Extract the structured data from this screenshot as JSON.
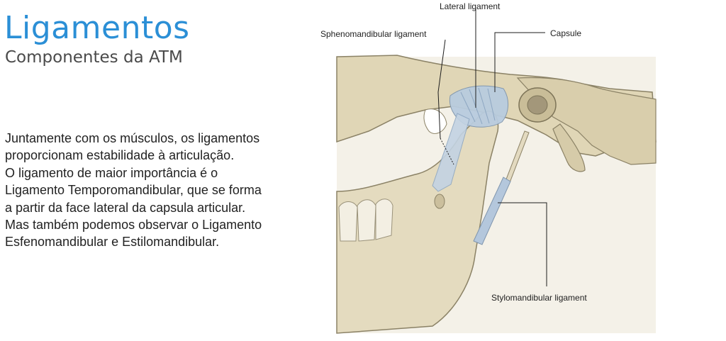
{
  "header": {
    "title": "Ligamentos",
    "subtitle": "Componentes da ATM"
  },
  "body": {
    "lines": [
      "Juntamente com os músculos, os ligamentos",
      "proporcionam estabilidade à articulação.",
      "O ligamento de maior importância é o",
      "Ligamento Temporomandibular, que se forma",
      "a partir da face lateral da capsula articular.",
      "Mas também podemos observar o Ligamento",
      "Esfenomandibular e Estilomandibular."
    ]
  },
  "figure": {
    "labels": {
      "lateral": "Lateral ligament",
      "spheno": "Sphenomandibular ligament",
      "capsule": "Capsule",
      "stylo": "Stylomandibular ligament"
    }
  },
  "colors": {
    "title": "#2b8fd6",
    "bone": "#ddd4b6",
    "ligament": "#a9bfd6"
  }
}
